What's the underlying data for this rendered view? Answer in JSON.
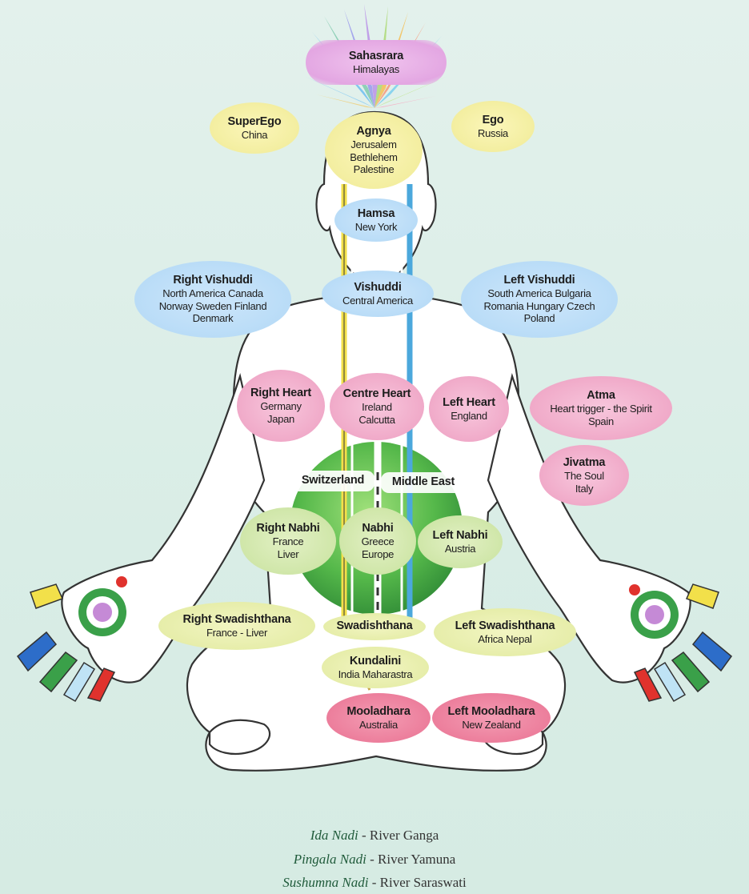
{
  "chakras": {
    "sahasrara": {
      "title": "Sahasrara",
      "sub1": "Himalayas"
    },
    "superego": {
      "title": "SuperEgo",
      "sub1": "China"
    },
    "ego": {
      "title": "Ego",
      "sub1": "Russia"
    },
    "agnya": {
      "title": "Agnya",
      "sub1": "Jerusalem",
      "sub2": "Bethlehem",
      "sub3": "Palestine"
    },
    "hamsa": {
      "title": "Hamsa",
      "sub1": "New York"
    },
    "right_vishuddi": {
      "title": "Right Vishuddi",
      "sub1": "North America Canada",
      "sub2": "Norway Sweden Finland",
      "sub3": "Denmark"
    },
    "vishuddi": {
      "title": "Vishuddi",
      "sub1": "Central America"
    },
    "left_vishuddi": {
      "title": "Left Vishuddi",
      "sub1": "South America Bulgaria",
      "sub2": "Romania Hungary Czech",
      "sub3": "Poland"
    },
    "right_heart": {
      "title": "Right Heart",
      "sub1": "Germany",
      "sub2": "Japan"
    },
    "centre_heart": {
      "title": "Centre Heart",
      "sub1": "Ireland",
      "sub2": "Calcutta"
    },
    "left_heart": {
      "title": "Left Heart",
      "sub1": "England"
    },
    "atma": {
      "title": "Atma",
      "sub1": "Heart trigger - the Spirit",
      "sub2": "Spain"
    },
    "jivatma": {
      "title": "Jivatma",
      "sub1": "The Soul",
      "sub2": "Italy"
    },
    "switzerland": {
      "title": "Switzerland"
    },
    "middle_east": {
      "title": "Middle East"
    },
    "right_nabhi": {
      "title": "Right Nabhi",
      "sub1": "France",
      "sub2": "Liver"
    },
    "nabhi": {
      "title": "Nabhi",
      "sub1": "Greece",
      "sub2": "Europe"
    },
    "left_nabhi": {
      "title": "Left Nabhi",
      "sub1": "Austria"
    },
    "right_swadishthana": {
      "title": "Right Swadishthana",
      "sub1": "France - Liver"
    },
    "swadishthana": {
      "title": "Swadishthana"
    },
    "left_swadishthana": {
      "title": "Left Swadishthana",
      "sub1": "Africa Nepal"
    },
    "kundalini": {
      "title": "Kundalini",
      "sub1": "India Maharastra"
    },
    "mooladhara": {
      "title": "Mooladhara",
      "sub1": "Australia"
    },
    "left_mooladhara": {
      "title": "Left Mooladhara",
      "sub1": "New Zealand"
    }
  },
  "legend": [
    {
      "name": "Ida Nadi",
      "river": " - River Ganga"
    },
    {
      "name": "Pingala Nadi",
      "river": " - River Yamuna"
    },
    {
      "name": "Sushumna Nadi",
      "river": " - River Saraswati"
    }
  ],
  "colors": {
    "background": "#e3f1ec",
    "ida_channel": "#4ba8dc",
    "pingala_channel": "#f2e04a",
    "nabhi_sphere": "#5cbf4e",
    "body_outline": "#333333"
  }
}
